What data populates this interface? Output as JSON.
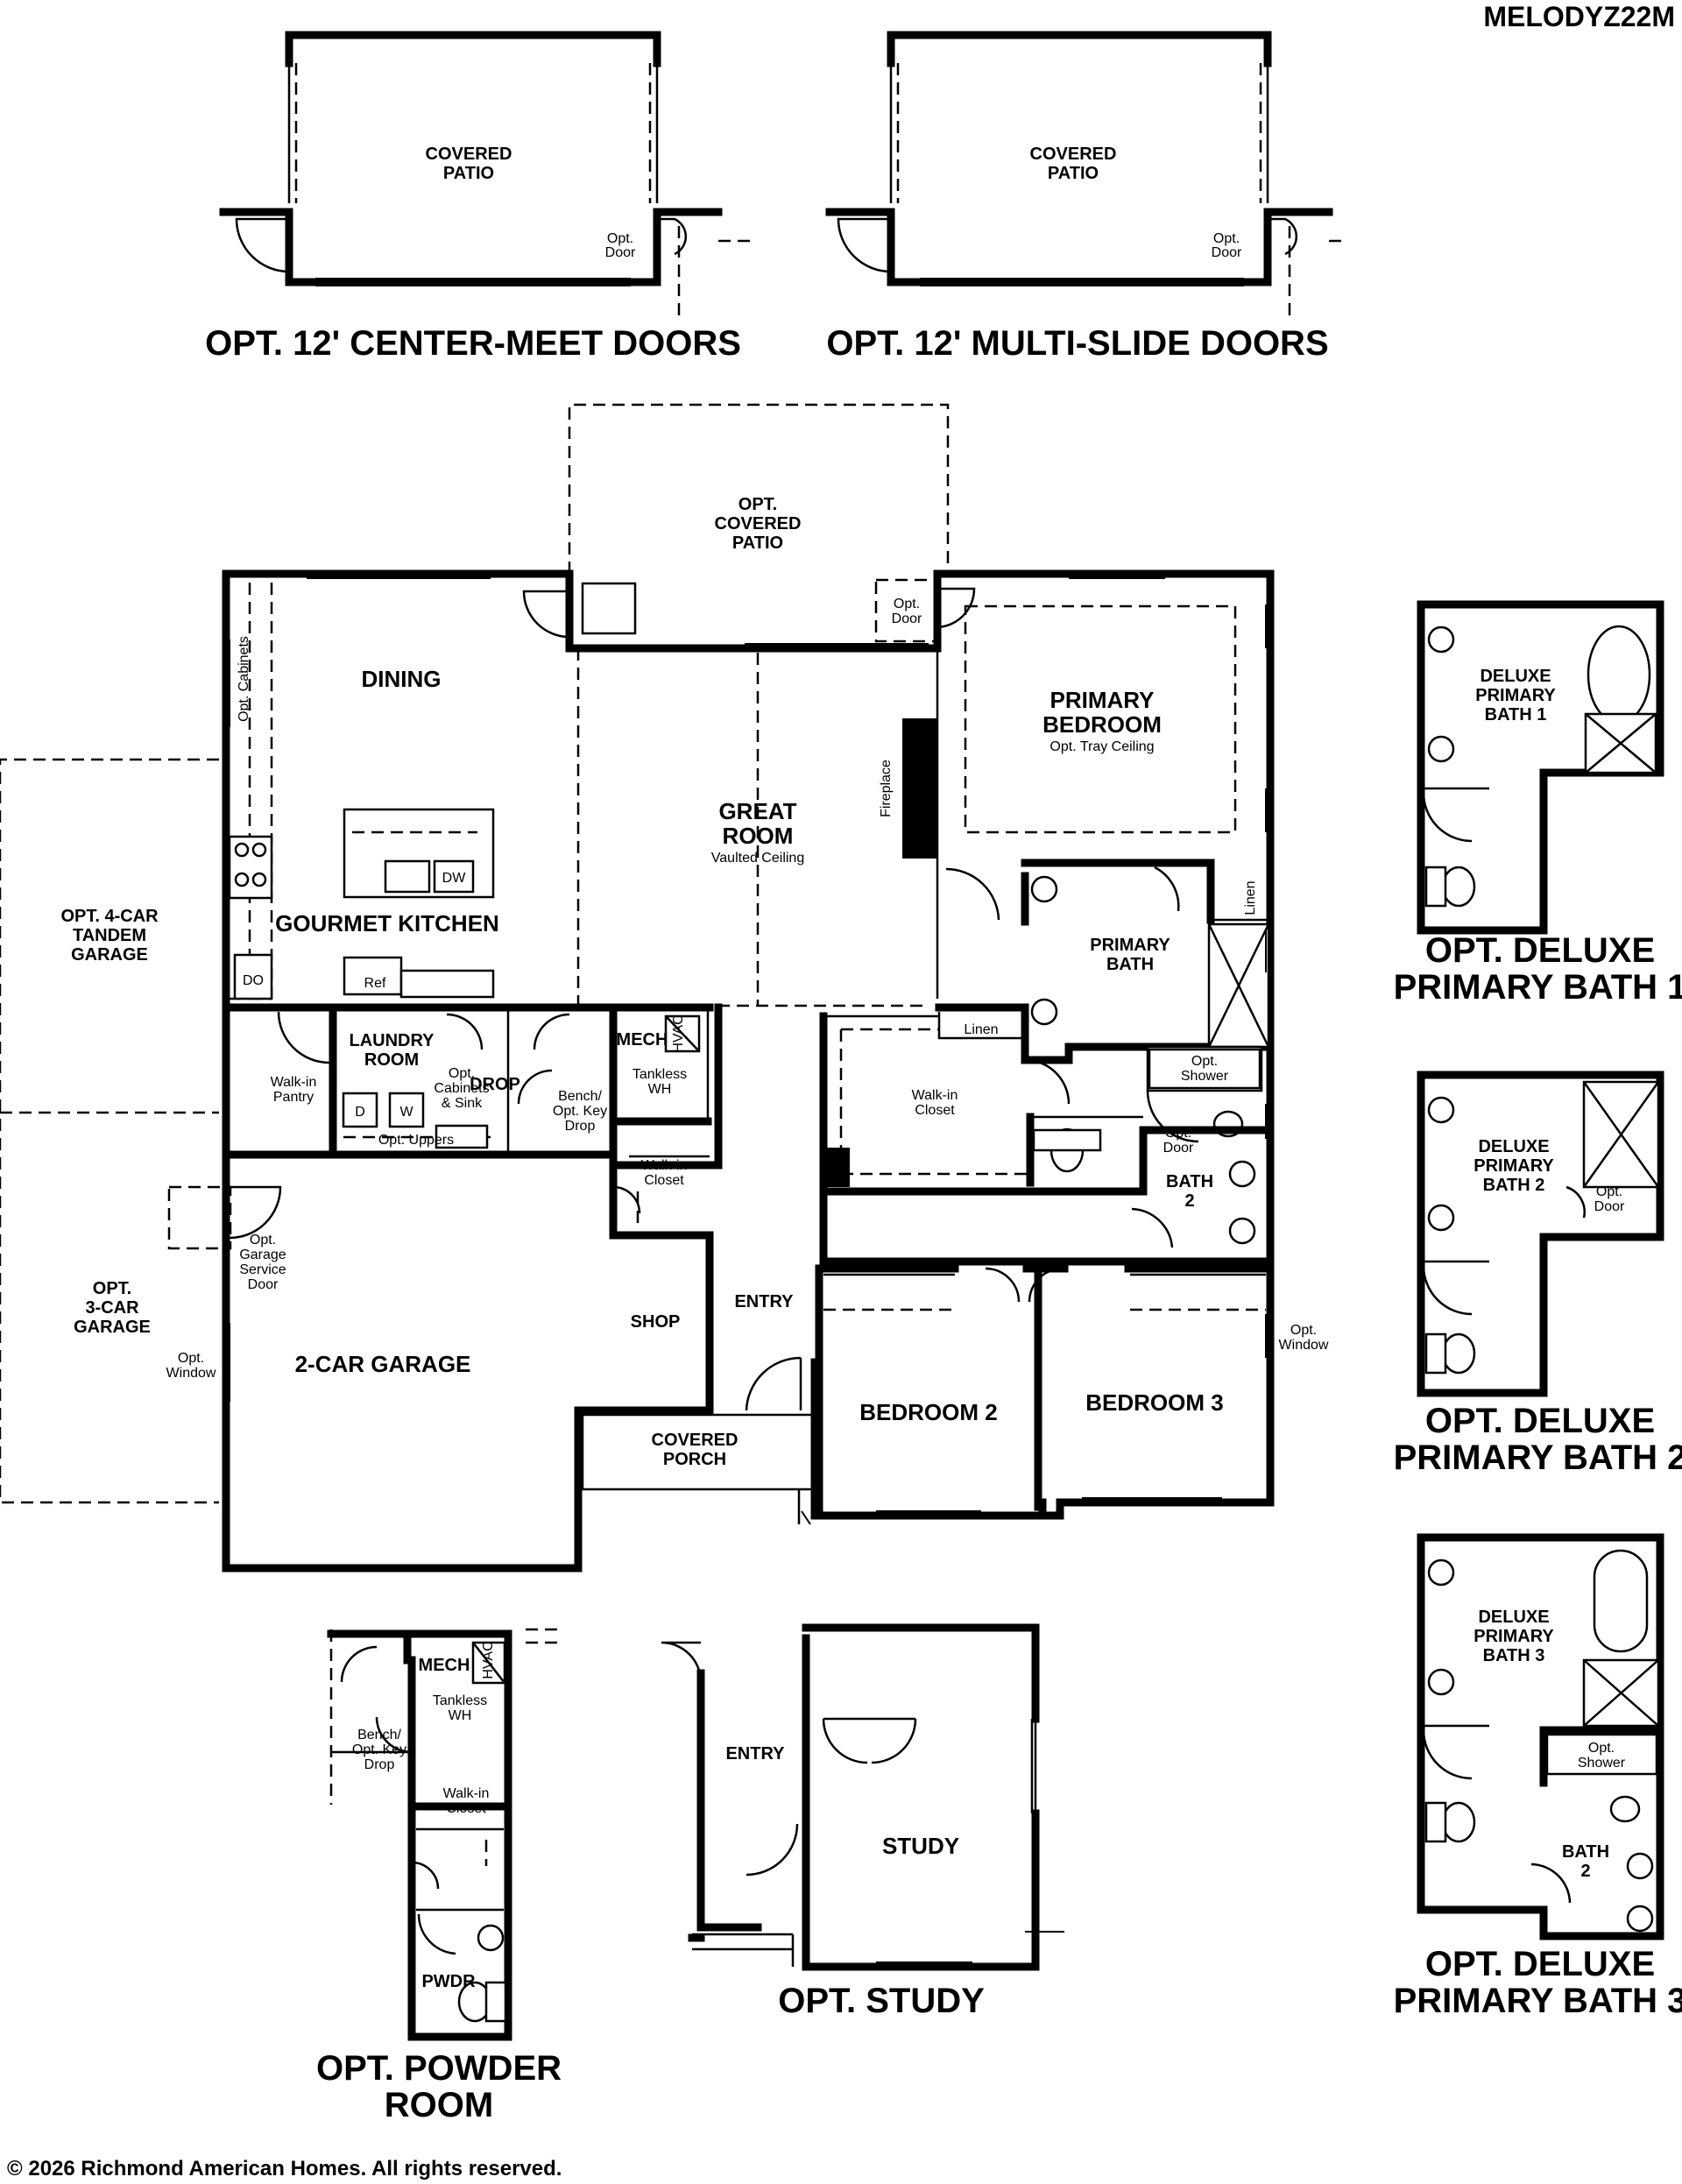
{
  "plan_code": "MELODYZ22M",
  "copyright": "© 2026 Richmond American Homes. All rights reserved.",
  "options": {
    "center_meet": {
      "title": "OPT. 12' CENTER-MEET DOORS",
      "patio": [
        "COVERED",
        "PATIO"
      ],
      "door": [
        "Opt.",
        "Door"
      ]
    },
    "multi_slide": {
      "title": "OPT. 12' MULTI-SLIDE DOORS",
      "patio": [
        "COVERED",
        "PATIO"
      ],
      "door": [
        "Opt.",
        "Door"
      ]
    },
    "deluxe_1": {
      "title": [
        "OPT. DELUXE",
        "PRIMARY BATH 1"
      ],
      "label": [
        "DELUXE",
        "PRIMARY",
        "BATH 1"
      ]
    },
    "deluxe_2": {
      "title": [
        "OPT. DELUXE",
        "PRIMARY BATH 2"
      ],
      "label": [
        "DELUXE",
        "PRIMARY",
        "BATH 2"
      ],
      "door": [
        "Opt.",
        "Door"
      ]
    },
    "deluxe_3": {
      "title": [
        "OPT. DELUXE",
        "PRIMARY BATH 3"
      ],
      "label": [
        "DELUXE",
        "PRIMARY",
        "BATH 3"
      ],
      "shower": [
        "Opt.",
        "Shower"
      ],
      "bath2": [
        "BATH",
        "2"
      ]
    },
    "powder": {
      "title": [
        "OPT. POWDER",
        "ROOM"
      ],
      "mech": "MECH",
      "hvac": "HVAC",
      "wh": [
        "Tankless",
        "WH"
      ],
      "bench": [
        "Bench/",
        "Opt. Key",
        "Drop"
      ],
      "closet": [
        "Walk-in",
        "Closet"
      ],
      "pwdr": "PWDR"
    },
    "study": {
      "title": "OPT. STUDY",
      "entry": "ENTRY",
      "study": "STUDY"
    }
  },
  "main": {
    "opt_patio": [
      "OPT.",
      "COVERED",
      "PATIO"
    ],
    "opt_door_patio": [
      "Opt.",
      "Door"
    ],
    "dining": "DINING",
    "opt_cabinets": "Opt. Cabinets",
    "gourmet_kitchen": "GOURMET KITCHEN",
    "dw": "DW",
    "do": "DO",
    "ref": "Ref",
    "great_room": [
      "GREAT",
      "ROOM"
    ],
    "vaulted": "Vaulted Ceiling",
    "fireplace": "Fireplace",
    "primary_bedroom": [
      "PRIMARY",
      "BEDROOM"
    ],
    "tray_ceiling": "Opt. Tray Ceiling",
    "linen": "Linen",
    "linen2": "Linen",
    "primary_bath": [
      "PRIMARY",
      "BATH"
    ],
    "opt_shower": [
      "Opt.",
      "Shower"
    ],
    "opt_door_bath": [
      "Opt.",
      "Door"
    ],
    "walkin_closet_primary": [
      "Walk-in",
      "Closet"
    ],
    "bath2": [
      "BATH",
      "2"
    ],
    "tandem_garage": [
      "OPT. 4-CAR",
      "TANDEM",
      "GARAGE"
    ],
    "walkin_pantry": [
      "Walk-in",
      "Pantry"
    ],
    "laundry": [
      "LAUNDRY",
      "ROOM"
    ],
    "laundry_cabinets": [
      "Opt.",
      "Cabinets",
      "& Sink"
    ],
    "d": "D",
    "w": "W",
    "opt_uppers": "Opt. Uppers",
    "drop": "DROP",
    "bench": [
      "Bench/",
      "Opt. Key",
      "Drop"
    ],
    "mech": "MECH",
    "hvac": "HVAC",
    "tankless": [
      "Tankless",
      "WH"
    ],
    "walkin_closet": [
      "Walk-in",
      "Closet"
    ],
    "garage_service": [
      "Opt.",
      "Garage",
      "Service",
      "Door"
    ],
    "three_car": [
      "OPT.",
      "3-CAR",
      "GARAGE"
    ],
    "opt_window_garage": [
      "Opt.",
      "Window"
    ],
    "two_car": "2-CAR GARAGE",
    "shop": "SHOP",
    "entry": "ENTRY",
    "covered_porch": [
      "COVERED",
      "PORCH"
    ],
    "bedroom2": "BEDROOM 2",
    "bedroom3": "BEDROOM 3",
    "opt_window_bed": [
      "Opt.",
      "Window"
    ]
  }
}
